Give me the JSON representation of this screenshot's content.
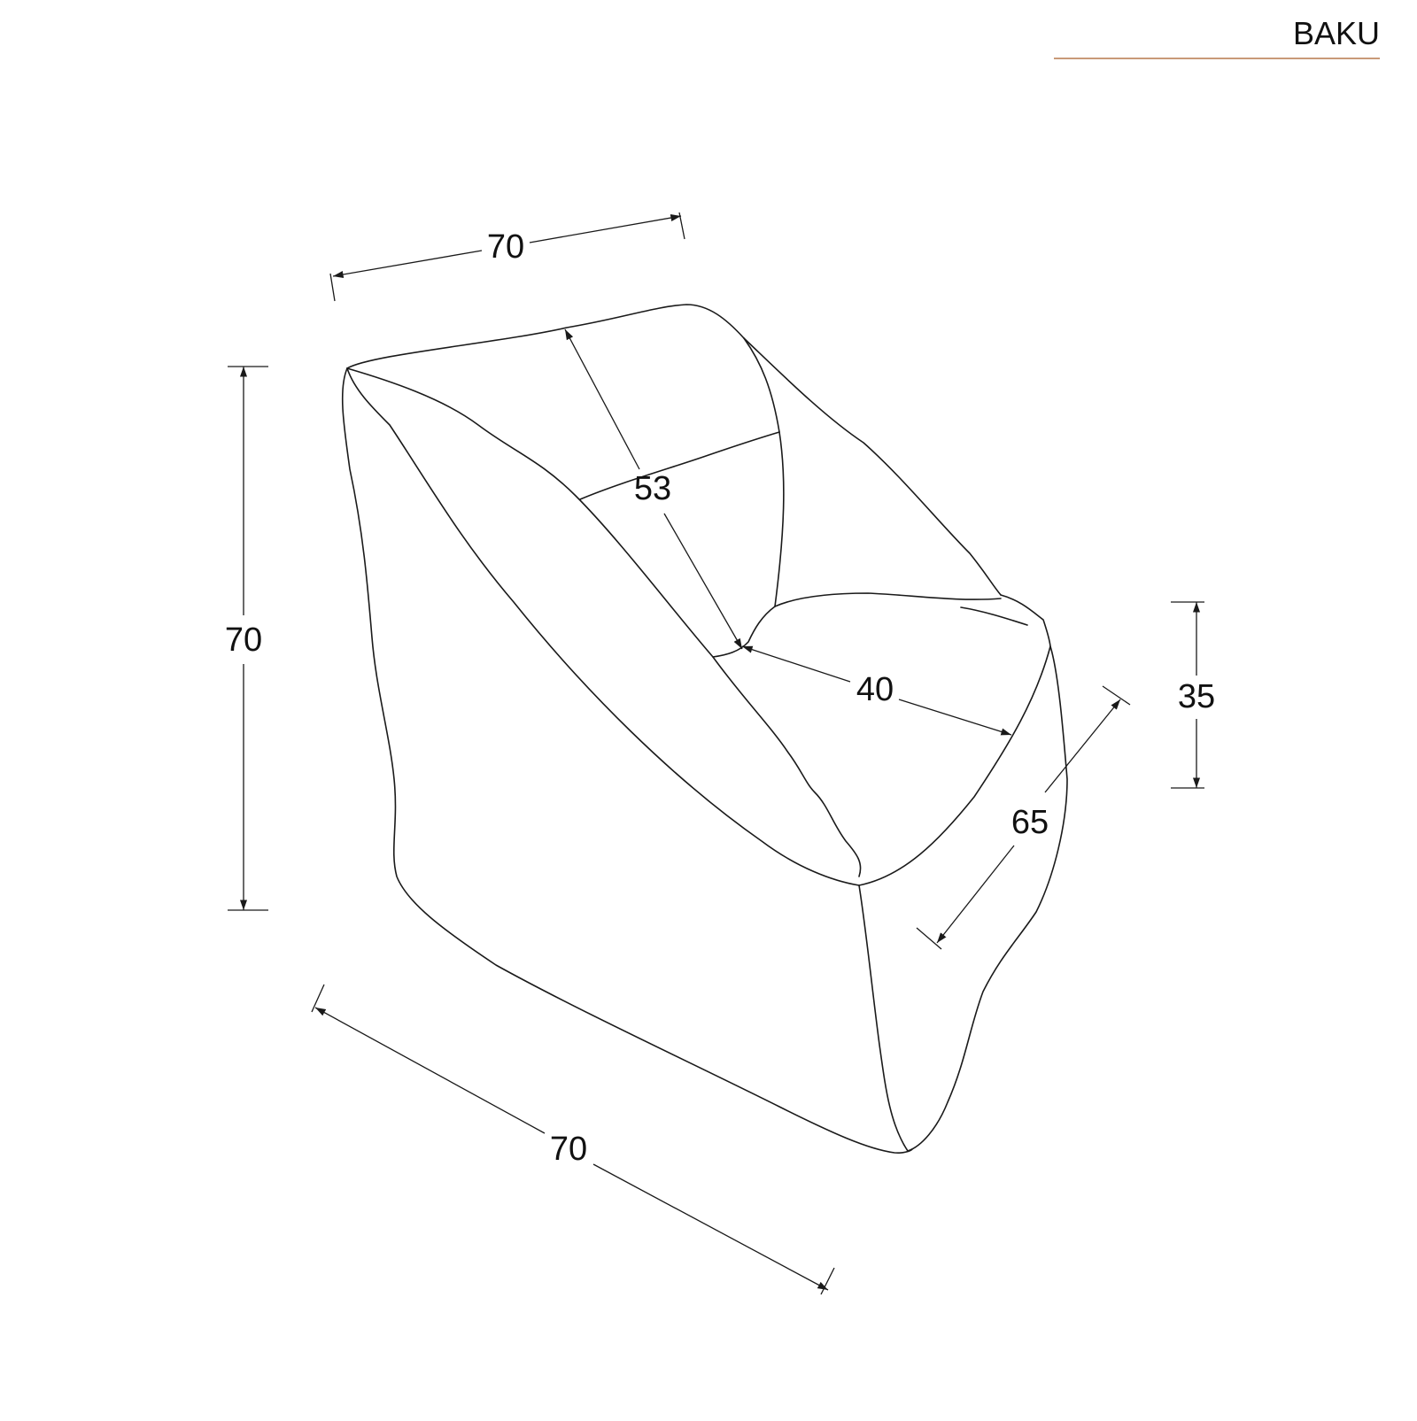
{
  "header": {
    "brand": "BAKU",
    "rule_color": "#c99a78"
  },
  "product": {
    "type": "bean-bag armchair"
  },
  "dimensions": {
    "top_width": "70",
    "overall_height": "70",
    "backrest_height": "53",
    "seat_depth": "40",
    "side_depth": "65",
    "seat_height": "35",
    "bottom_width": "70"
  },
  "colors": {
    "line": "#1a1a1a",
    "text": "#111111",
    "background": "#ffffff"
  }
}
